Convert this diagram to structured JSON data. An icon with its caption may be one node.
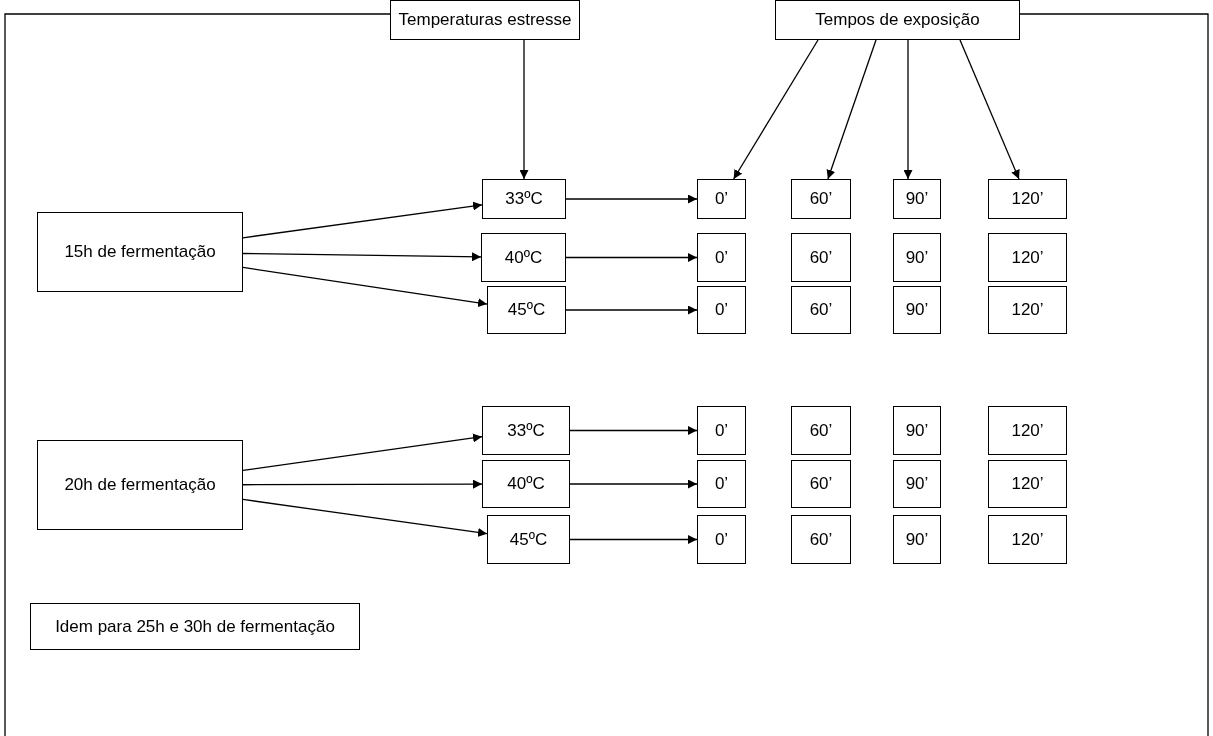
{
  "diagram": {
    "nodes": [
      {
        "text": [
          "Temperaturas estresse"
        ]
      },
      {
        "text": [
          "Tempos de exposição"
        ]
      },
      {
        "text": [
          "15h de fermentação"
        ]
      },
      {
        "text": [
          "33ºC"
        ]
      },
      {
        "text": [
          "0’"
        ]
      },
      {
        "text": [
          "60’"
        ]
      },
      {
        "text": [
          "90’"
        ]
      },
      {
        "text": [
          "120’"
        ]
      },
      {
        "text": [
          "40ºC"
        ]
      },
      {
        "text": [
          "0’"
        ]
      },
      {
        "text": [
          "60’"
        ]
      },
      {
        "text": [
          "90’"
        ]
      },
      {
        "text": [
          "120’"
        ]
      },
      {
        "text": [
          "45ºC"
        ]
      },
      {
        "text": [
          "0’"
        ]
      },
      {
        "text": [
          "60’"
        ]
      },
      {
        "text": [
          "90’"
        ]
      },
      {
        "text": [
          "120’"
        ]
      },
      {
        "text": [
          "20h de fermentação"
        ]
      },
      {
        "text": [
          "33ºC"
        ]
      },
      {
        "text": [
          "0’"
        ]
      },
      {
        "text": [
          "60’"
        ]
      },
      {
        "text": [
          "90’"
        ]
      },
      {
        "text": [
          "120’"
        ]
      },
      {
        "text": [
          "40ºC"
        ]
      },
      {
        "text": [
          "0’"
        ]
      },
      {
        "text": [
          "60’"
        ]
      },
      {
        "text": [
          "90’"
        ]
      },
      {
        "text": [
          "120’"
        ]
      },
      {
        "text": [
          "45ºC"
        ]
      },
      {
        "text": [
          "0’"
        ]
      },
      {
        "text": [
          "60’"
        ]
      },
      {
        "text": [
          "90’"
        ]
      },
      {
        "text": [
          "120’"
        ]
      },
      {
        "text": [
          "Idem para 25h e 30h de fermentação"
        ]
      }
    ],
    "edges": [
      {
        "from": 0,
        "to": 3,
        "arrow": "to"
      },
      {
        "from": 1,
        "to": 4,
        "arrow": "to"
      },
      {
        "from": 1,
        "to": 5,
        "arrow": "to"
      },
      {
        "from": 1,
        "to": 6,
        "arrow": "to"
      },
      {
        "from": 1,
        "to": 7,
        "arrow": "to"
      },
      {
        "from": 2,
        "to": 3,
        "arrow": "to"
      },
      {
        "from": 2,
        "to": 8,
        "arrow": "to"
      },
      {
        "from": 2,
        "to": 13,
        "arrow": "to"
      },
      {
        "from": 3,
        "to": 4,
        "arrow": "to"
      },
      {
        "from": 8,
        "to": 9,
        "arrow": "to"
      },
      {
        "from": 13,
        "to": 14,
        "arrow": "to"
      },
      {
        "from": 18,
        "to": 19,
        "arrow": "to"
      },
      {
        "from": 18,
        "to": 24,
        "arrow": "to"
      },
      {
        "from": 18,
        "to": 29,
        "arrow": "to"
      },
      {
        "from": 19,
        "to": 20,
        "arrow": "to"
      },
      {
        "from": 24,
        "to": 25,
        "arrow": "to"
      },
      {
        "from": 29,
        "to": 30,
        "arrow": "to"
      }
    ]
  }
}
